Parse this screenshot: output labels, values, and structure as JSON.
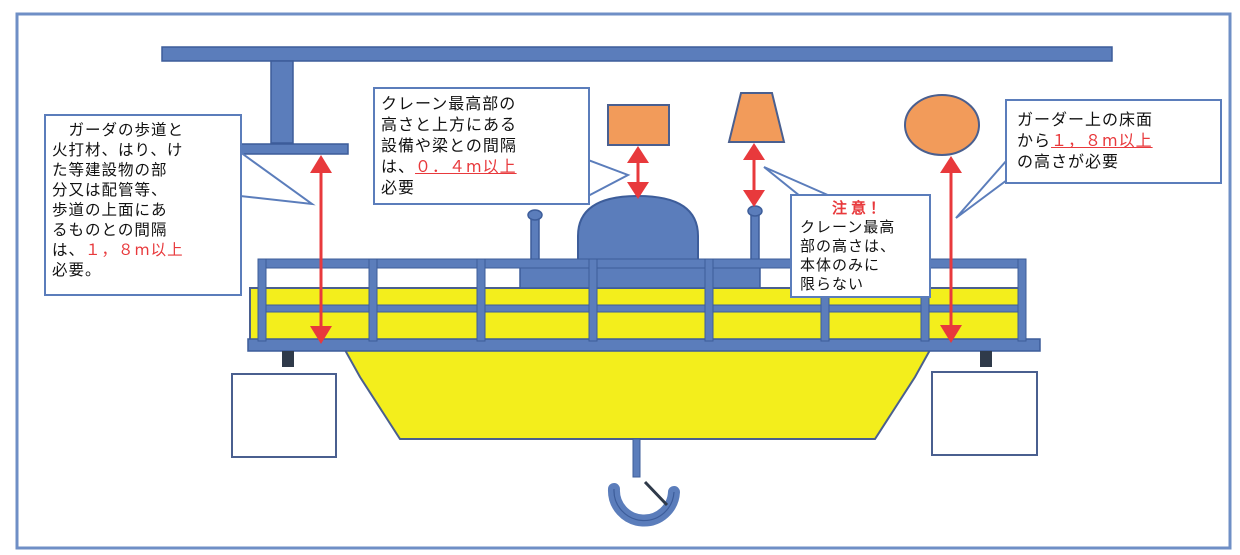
{
  "callouts": {
    "left": {
      "lines": [
        "　ガーダの歩道と",
        "火打材、はり、け",
        "た等建設物の部",
        "分又は配管等、",
        "歩道の上面にあ",
        "るものとの間隔"
      ],
      "line_prefix": "は、",
      "highlight": "１，８m以上",
      "line_last": "必要。"
    },
    "top": {
      "lines": [
        "クレーン最高部の",
        "高さと上方にある",
        "設備や梁との間隔"
      ],
      "line_prefix": "は、",
      "highlight": "０．４m以上",
      "line_last": "必要"
    },
    "right": {
      "line1": "ガーダー上の床面",
      "line_prefix": "から",
      "highlight": "１，８m以上",
      "line_last": "の高さが必要"
    },
    "note": {
      "title": "注意！",
      "lines": [
        "クレーン最高",
        "部の高さは、",
        "本体のみに",
        "限らない"
      ]
    }
  },
  "colors": {
    "steel": "#5b7dbb",
    "crane_yellow": "#f3ee1c",
    "arrow_red": "#e8393c",
    "fixture_orange": "#f29b5a",
    "wheel_dark": "#2f3a4a"
  }
}
